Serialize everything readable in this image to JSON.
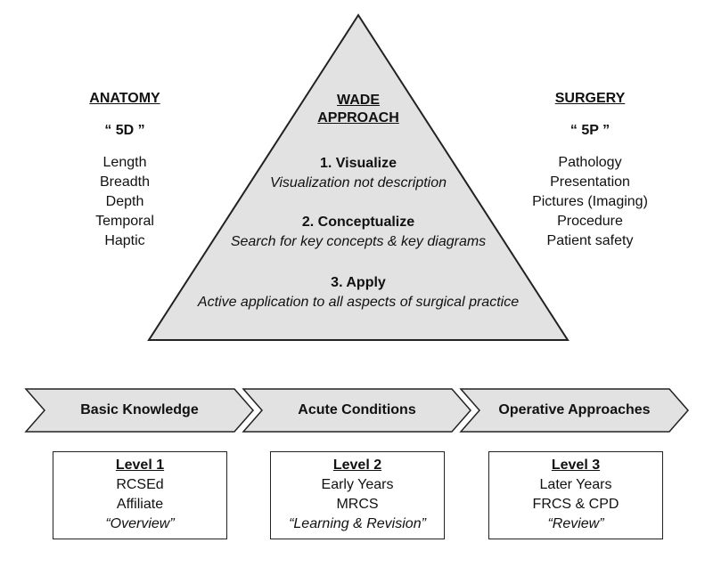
{
  "anatomy": {
    "heading": "ANATOMY",
    "subtitle": "“ 5D ”",
    "items": [
      "Length",
      "Breadth",
      "Depth",
      "Temporal",
      "Haptic"
    ]
  },
  "surgery": {
    "heading": "SURGERY",
    "subtitle": "“ 5P ”",
    "items": [
      "Pathology",
      "Presentation",
      "Pictures (Imaging)",
      "Procedure",
      "Patient safety"
    ]
  },
  "pyramid": {
    "title_line1": "WADE",
    "title_line2": "APPROACH",
    "fill": "#e2e2e2",
    "steps": [
      {
        "title": "1. Visualize",
        "desc": "Visualization not description"
      },
      {
        "title": "2. Conceptualize",
        "desc": "Search for key concepts & key diagrams"
      },
      {
        "title": "3. Apply",
        "desc": "Active application to all aspects of surgical practice"
      }
    ]
  },
  "stages": [
    {
      "label": "Basic Knowledge"
    },
    {
      "label": "Acute Conditions"
    },
    {
      "label": "Operative Approaches"
    }
  ],
  "levels": [
    {
      "title": "Level 1",
      "line1": "RCSEd",
      "line2": "Affiliate",
      "quote": "“Overview”"
    },
    {
      "title": "Level 2",
      "line1": "Early Years",
      "line2": "MRCS",
      "quote": "“Learning & Revision”"
    },
    {
      "title": "Level 3",
      "line1": "Later Years",
      "line2": "FRCS & CPD",
      "quote": "“Review”"
    }
  ]
}
